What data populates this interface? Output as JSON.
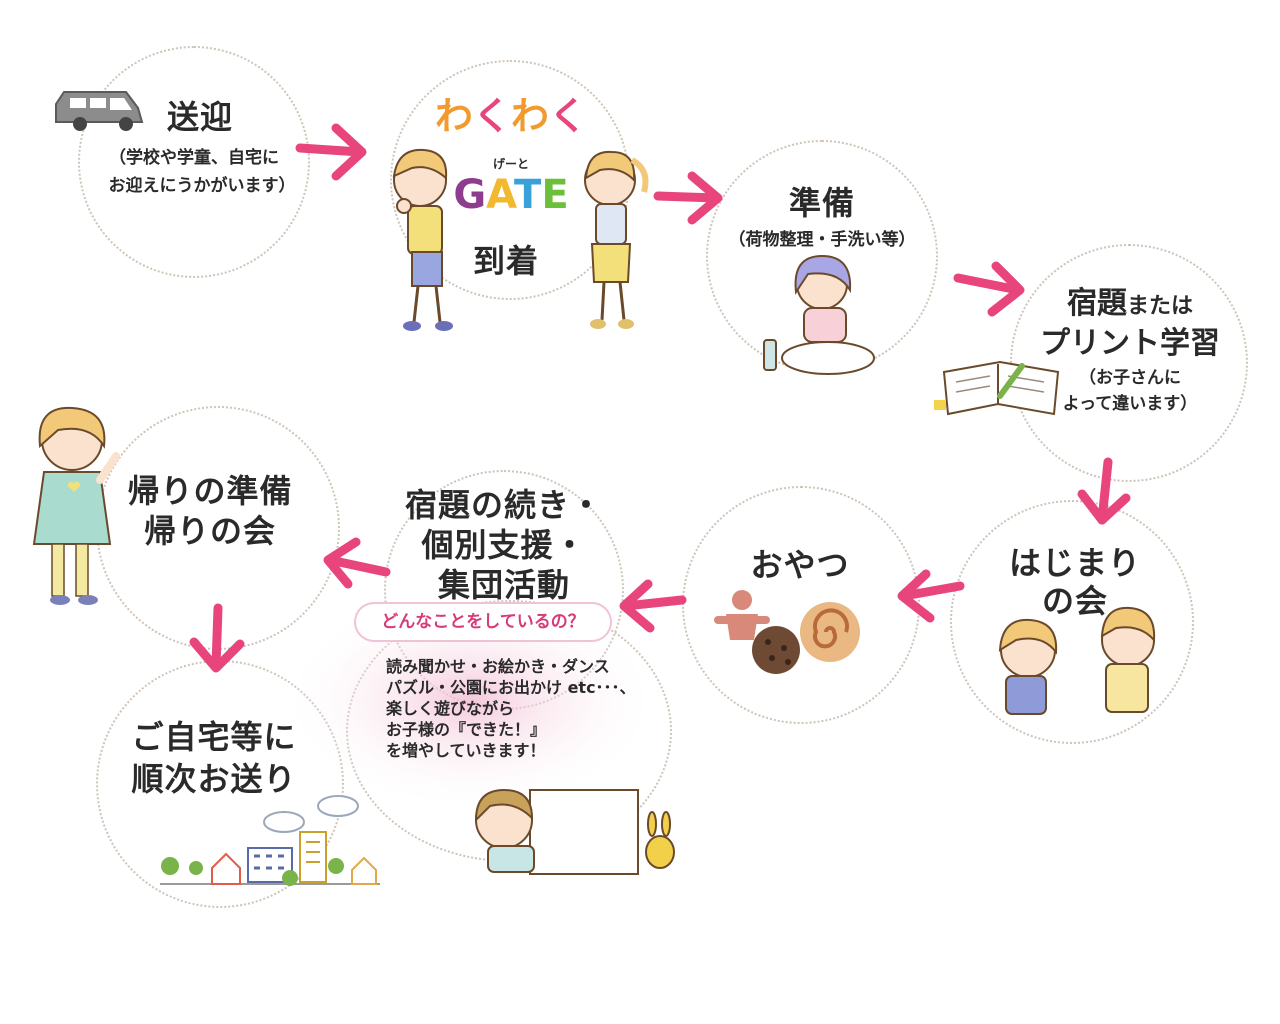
{
  "steps": {
    "pickup": {
      "title": "送迎",
      "sub1": "（学校や学童、自宅に",
      "sub2": "お迎えにうかがいます）"
    },
    "arrival": {
      "logo_waku": [
        "わ",
        "く",
        "わ",
        "く"
      ],
      "logo_reading": "げーと",
      "logo_gate": [
        "G",
        "A",
        "T",
        "E"
      ],
      "title": "到着"
    },
    "prep": {
      "title": "準備",
      "sub": "（荷物整理・手洗い等）"
    },
    "homework": {
      "title_a": "宿題",
      "title_b": "または",
      "title2": "プリント学習",
      "sub1": "（お子さんに",
      "sub2": "よって違います）"
    },
    "opening": {
      "line1": "はじまり",
      "line2": "の会"
    },
    "snack": {
      "title": "おやつ"
    },
    "activities": {
      "line1": "宿題の続き・",
      "line2": "個別支援・",
      "line3": "集団活動",
      "question": "どんなことをしているの？",
      "desc": [
        "読み聞かせ・お絵かき・ダンス",
        "パズル・公園にお出かけ etc･･･、",
        "楽しく遊びながら",
        "お子様の『できた！』",
        "を増やしていきます！"
      ]
    },
    "going_home": {
      "line1": "帰りの準備",
      "line2": "帰りの会"
    },
    "dropoff": {
      "line1": "ご自宅等に",
      "line2": "順次お送り"
    }
  },
  "colors": {
    "arrow": "#e8457c",
    "circle_border": "#cfc4b8",
    "logo_waku": [
      "#f29a2e",
      "#e8457c",
      "#f29a2e",
      "#e8457c"
    ],
    "logo_gate": [
      "#8e3c8e",
      "#f2b82e",
      "#3aa0d8",
      "#6cbf3a"
    ],
    "question_text": "#d63b7a"
  }
}
